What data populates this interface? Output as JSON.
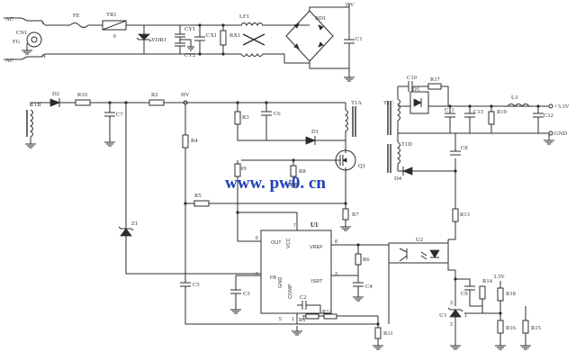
{
  "watermark": "www. pw0. cn",
  "input": {
    "ac1": "AC",
    "ac2": "AC",
    "fg": "FG",
    "cn1": "CN1",
    "pin_l": "L",
    "pin_n": "N"
  },
  "fuse": "FE",
  "thermistor": "TR1",
  "varistor": "VDR1",
  "caps_emi": {
    "cy1": "CY1",
    "cy2": "CY2",
    "cx1": "CX1",
    "rx1": "RX1",
    "c1": "C1"
  },
  "filter": {
    "lf1": "LF1",
    "bd1": "BD1",
    "hv_top": "HV"
  },
  "aux": {
    "t1b": "T1B",
    "d2": "D2",
    "r10": "R10",
    "c7": "C7",
    "r2": "R2",
    "hv": "HV"
  },
  "primary": {
    "r3": "R3",
    "c6": "C6",
    "t1a": "T1A",
    "d1": "D1",
    "q1": "Q1",
    "r4": "R4",
    "r9": "R9",
    "r8": "R8",
    "r5": "R5",
    "r7": "R7",
    "z1": "Z1",
    "c5": "C5",
    "c3": "C3",
    "c4": "C4",
    "r6": "R6",
    "c2": "C2",
    "r1": "R1",
    "r12": "R12",
    "r11": "R11"
  },
  "controller": {
    "name": "U1",
    "out": "OUT",
    "vcc": "VCC",
    "vref": "VREF",
    "fb": "FB",
    "gnd": "GND",
    "comp": "COMP",
    "isrt": "ISRT",
    "p7": "7",
    "p6": "6",
    "p8": "8",
    "p2": "2",
    "p3": "3",
    "p5": "5",
    "p1": "1",
    "p4": "4"
  },
  "secondary": {
    "c10": "C10",
    "r17": "R17",
    "d5": "D5",
    "t1c": "T1C",
    "c11": "C11",
    "c13": "C13",
    "r19": "R19",
    "l3": "L3",
    "c12": "C12",
    "out_v": "+3.3V",
    "out_gnd": "GND",
    "t1d": "T1D",
    "c8": "C8",
    "d4": "D4",
    "r13": "R13"
  },
  "feedback": {
    "u2": "U2",
    "c9": "C9",
    "r14": "R14",
    "r18": "R18",
    "ref": "3.3V",
    "u3": "U3",
    "r16": "R16",
    "r15": "R15",
    "p1": "1",
    "p2": "2",
    "p3": "3"
  }
}
